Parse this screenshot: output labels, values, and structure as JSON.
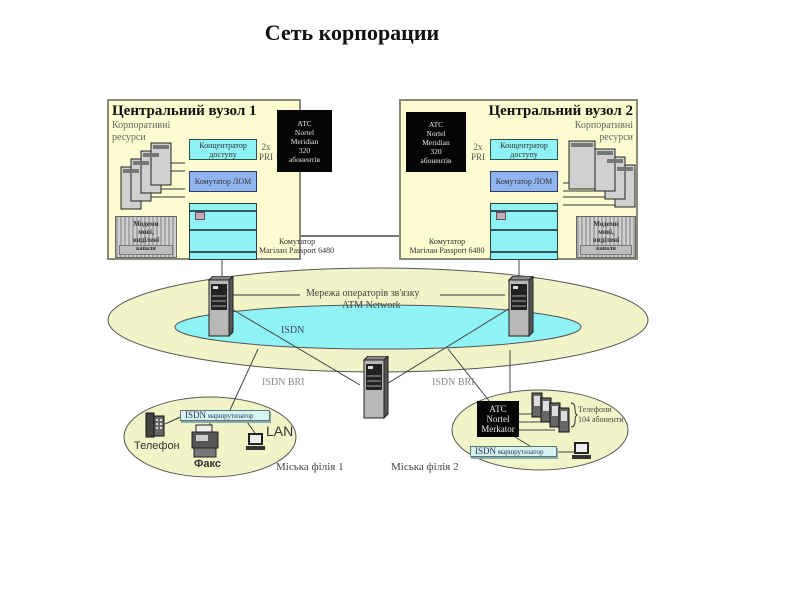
{
  "title": "Сеть корпорации",
  "node1": {
    "title": "Центральний вузол 1",
    "corp_resources": [
      "Корпоративні",
      "ресурси"
    ],
    "access_concentrator": "Концентратор доступу",
    "lan_switch": "Комутатор ЛОМ",
    "pri_link": [
      "2x",
      "PRI"
    ],
    "pbx": [
      "АТС",
      "Nortel",
      "Meridian",
      "320",
      "абонентів"
    ],
    "modems": [
      "Модеми",
      "мові,",
      "виділені",
      "канали"
    ],
    "backbone_switch": [
      "Комутатор",
      "Магілан Passport 6480"
    ]
  },
  "node2": {
    "title": "Центральний вузол 2",
    "corp_resources": [
      "Корпоративні",
      "ресурси"
    ],
    "access_concentrator": "Концентратор доступу",
    "lan_switch": "Комутатор ЛОМ",
    "pri_link": [
      "2x",
      "PRI"
    ],
    "pbx": [
      "АТС",
      "Nortel",
      "Meridian",
      "320",
      "абонентів"
    ],
    "modems": [
      "Модеми",
      "мові,",
      "виділені",
      "канали"
    ],
    "backbone_switch": [
      "Комутатор",
      "Магілан Passport 6480"
    ]
  },
  "carrier_network": {
    "label": "Мережа операторів зв'язку",
    "atm": "ATM Network",
    "isdn": "ISDN"
  },
  "links": {
    "isdn_bri_left": "ISDN BRI",
    "isdn_bri_right": "ISDN BRI"
  },
  "branch1": {
    "name": "Міська філія 1",
    "router": [
      "ISDN",
      "маршрутизатор"
    ],
    "phone": "Телефон",
    "fax": "Факс",
    "lan": "LAN"
  },
  "branch2": {
    "name": "Міська філія 2",
    "router": [
      "ISDN",
      "маршрутизатор"
    ],
    "pbx": [
      "АТС",
      "Nortel",
      "Merkator"
    ],
    "phones": [
      "Телефони",
      "104 абоненти"
    ]
  },
  "colors": {
    "box_fill": "#fdfcd0",
    "cyan": "#8ff2f5",
    "blue": "#8fb4f0",
    "ellipse_outer": "#f3f3c8",
    "ellipse_inner": "#8ff2f5"
  }
}
